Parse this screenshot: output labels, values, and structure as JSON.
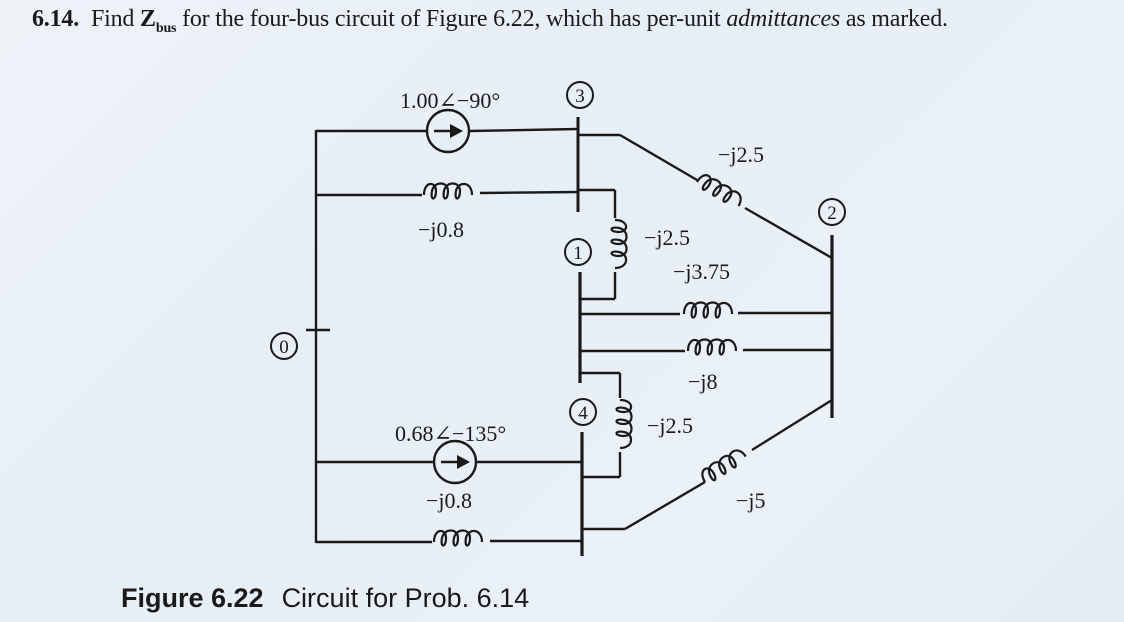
{
  "problem": {
    "number": "6.14.",
    "text_before": "Find ",
    "z_main": "Z",
    "z_sub": "bus",
    "text_mid": " for the four-bus circuit of Figure 6.22, which has per-unit ",
    "emphasis": "admittances",
    "text_after": " as marked."
  },
  "circuit": {
    "buses": [
      {
        "id": "0",
        "label": "0",
        "role": "reference"
      },
      {
        "id": "1",
        "label": "1"
      },
      {
        "id": "2",
        "label": "2"
      },
      {
        "id": "3",
        "label": "3"
      },
      {
        "id": "4",
        "label": "4"
      }
    ],
    "sources": [
      {
        "id": "src3",
        "from": "0",
        "to": "3",
        "label": "1.00∠−90°"
      },
      {
        "id": "src4",
        "from": "0",
        "to": "4",
        "label": "0.68∠−135°"
      }
    ],
    "branches": [
      {
        "from": "0",
        "to": "3",
        "admittance": "−j0.8"
      },
      {
        "from": "3",
        "to": "1",
        "admittance": "−j2.5"
      },
      {
        "from": "3",
        "to": "2",
        "admittance": "−j2.5"
      },
      {
        "from": "1",
        "to": "2",
        "admittance": "−j3.75"
      },
      {
        "from": "1",
        "to": "2",
        "admittance": "−j8"
      },
      {
        "from": "1",
        "to": "4",
        "admittance": "−j2.5"
      },
      {
        "from": "4",
        "to": "2",
        "admittance": "−j5"
      },
      {
        "from": "0",
        "to": "4",
        "admittance": "−j0.8"
      }
    ]
  },
  "caption": {
    "figure": "Figure 6.22",
    "text": "Circuit for Prob. 6.14"
  },
  "colors": {
    "ink": "#1a1a1a",
    "paper": "#e9f0f6"
  }
}
